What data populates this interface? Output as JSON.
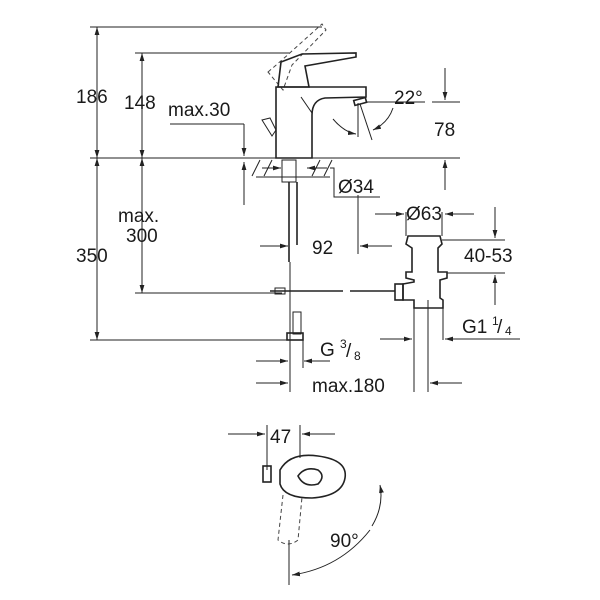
{
  "title": "Basin mixer technical drawing",
  "dimensions": {
    "total_height": "186",
    "lever_height": "148",
    "max_deck": "max.30",
    "spout_angle": "22°",
    "spout_height": "78",
    "hole_diameter": "Ø34",
    "max_300_line1": "max.",
    "max_300_line2": "300",
    "below_deck": "350",
    "spout_reach": "92",
    "waste_diameter": "Ø63",
    "waste_range": "40-53",
    "waste_thread_main": "G1",
    "waste_thread_num": "1",
    "waste_thread_den": "4",
    "hose_thread_main": "G",
    "hose_thread_num": "3",
    "hose_thread_den": "8",
    "max_180": "max.180",
    "lever_width": "47",
    "lever_rotation": "90°"
  },
  "colors": {
    "line": "#222222",
    "background": "#ffffff"
  }
}
